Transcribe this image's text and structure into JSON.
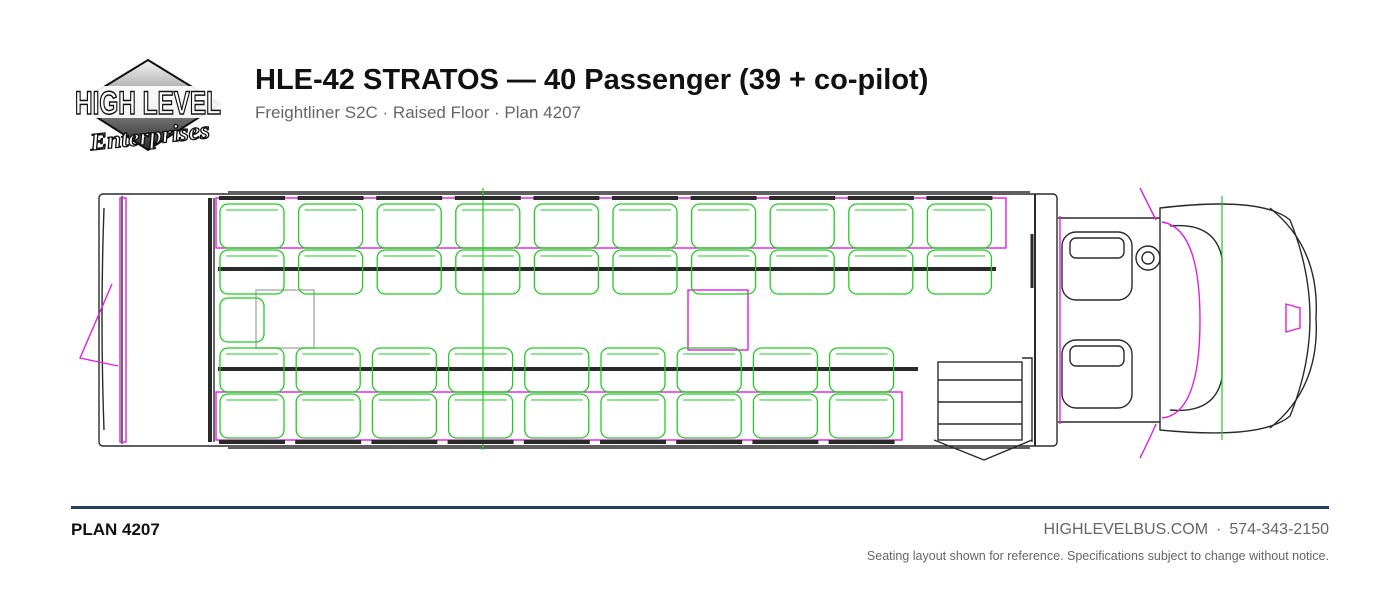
{
  "header": {
    "title": "HLE-42 STRATOS — 40 Passenger (39 + co-pilot)",
    "subtitle": "Freightliner S2C · Raised Floor · Plan 4207"
  },
  "logo": {
    "line1": "HIGH LEVEL",
    "line2": "Enterprises"
  },
  "footer": {
    "plan": "PLAN 4207",
    "website": "HIGHLEVELBUS.COM",
    "separator": "·",
    "phone": "574-343-2150",
    "disclaimer": "Seating layout shown for reference. Specifications subject to change without notice."
  },
  "diagram": {
    "line_color": "#2a2a2a",
    "seat_color": "#22cc22",
    "marker_color": "#e020e0",
    "upper_seat_columns": 10,
    "lower_seat_columns": 9,
    "seats_per_column": 2,
    "single_seats": 1,
    "driver_seats": 2
  }
}
